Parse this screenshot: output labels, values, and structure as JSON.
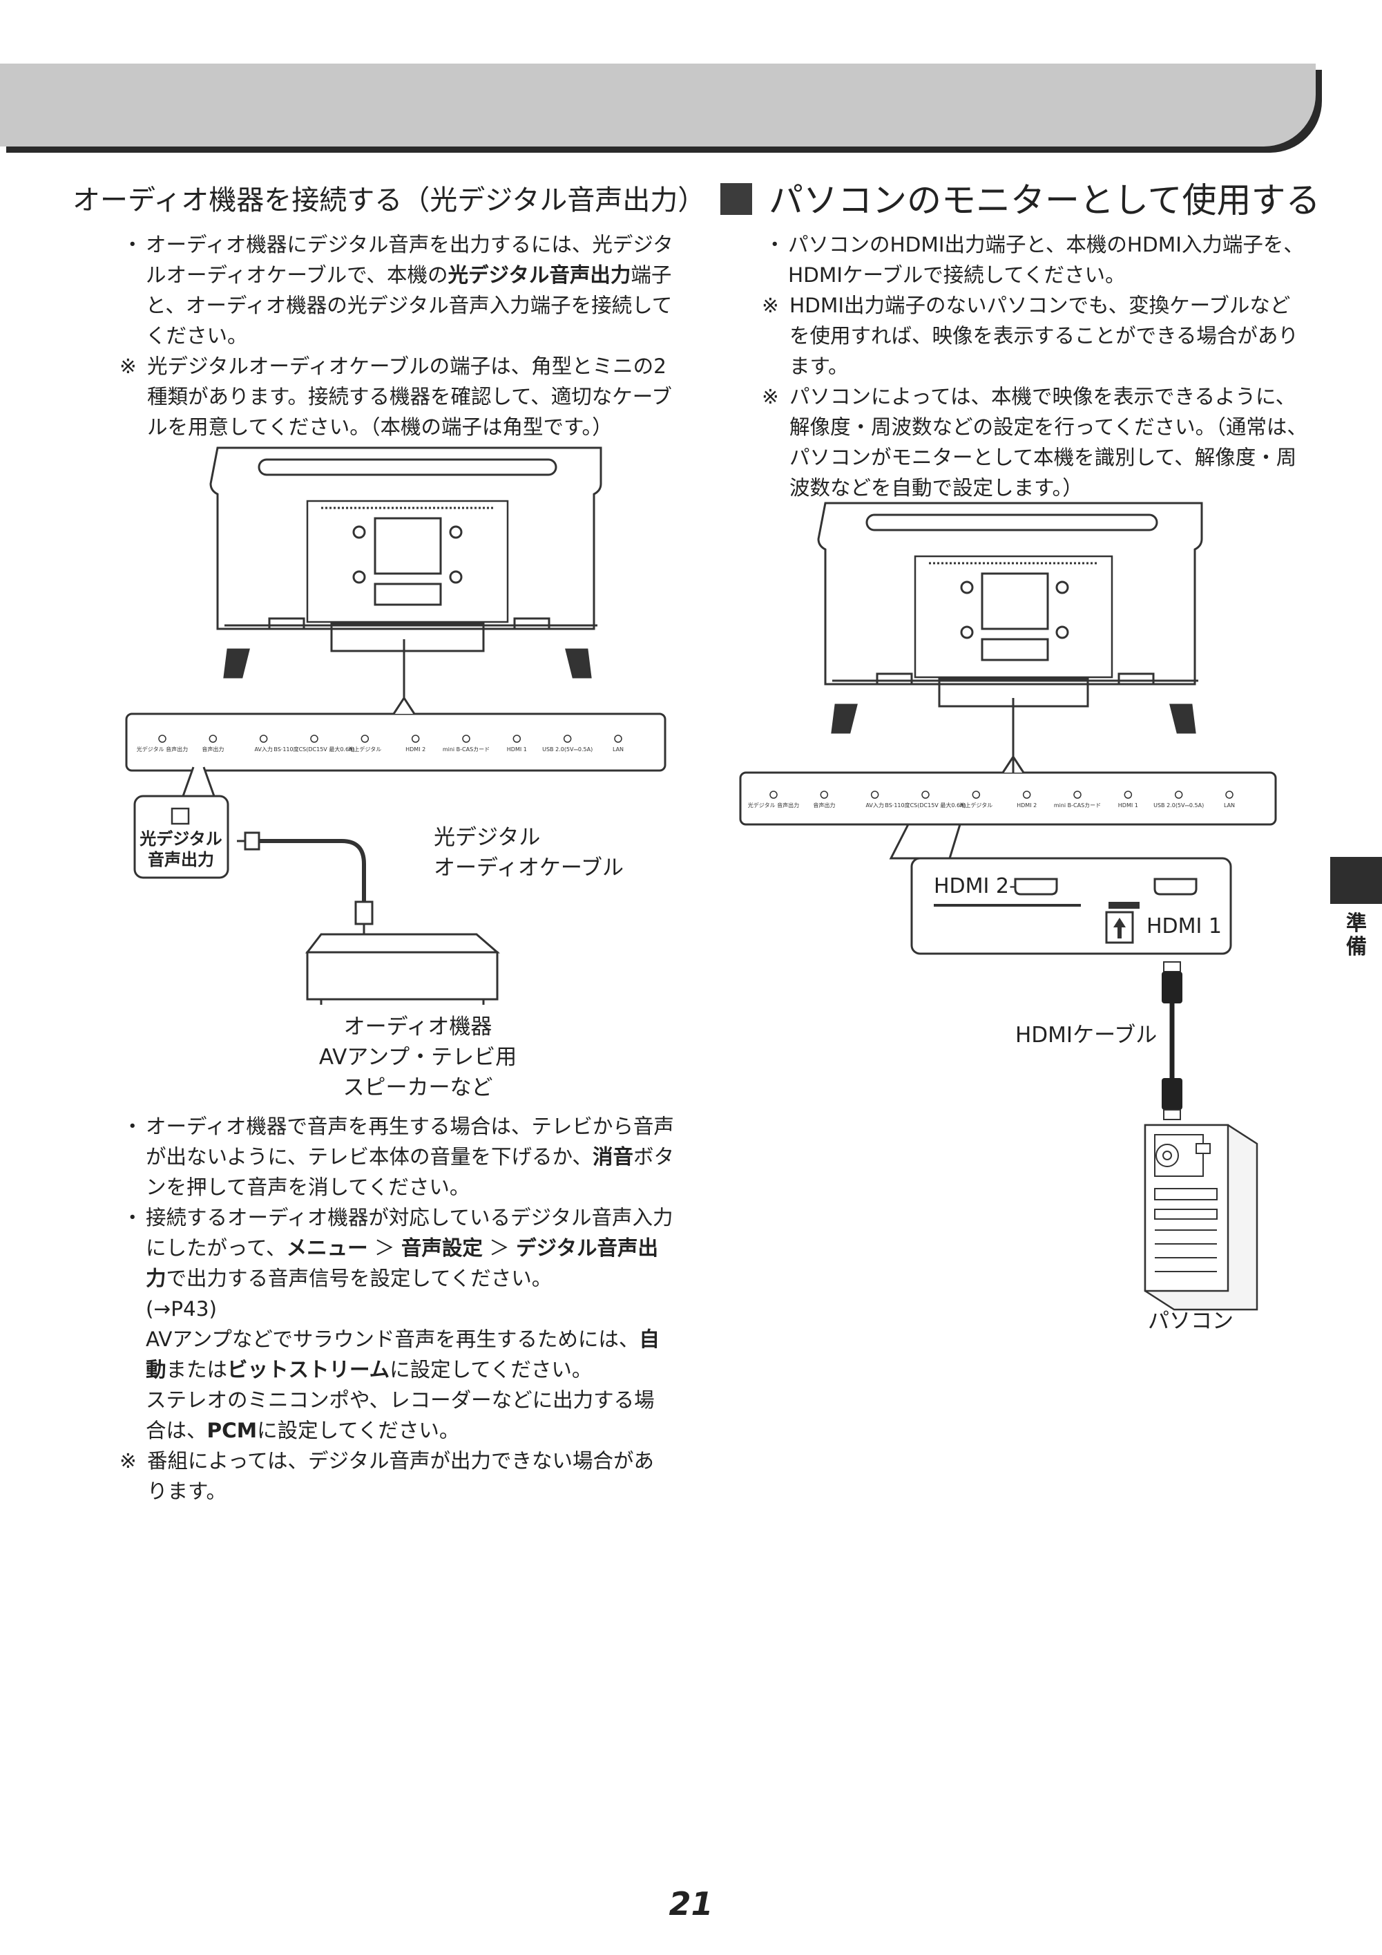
{
  "left": {
    "subheading": "オーディオ機器を接続する（光デジタル音声出力）",
    "intro": [
      {
        "mark": "・",
        "parts": [
          {
            "t": "オーディオ機器にデジタル音声を出力するには、光デジタルオーディオケーブルで、本機の"
          },
          {
            "t": "光デジタル音声出力",
            "b": true
          },
          {
            "t": "端子と、オーディオ機器の光デジタル音声入力端子を接続してください。"
          }
        ]
      },
      {
        "mark": "※",
        "note": true,
        "parts": [
          {
            "t": "光デジタルオーディオケーブルの端子は、角型とミニの2種類があります。接続する機器を確認して、適切なケーブルを用意してください。（本機の端子は角型です。）"
          }
        ]
      }
    ],
    "diagram": {
      "ports": [
        "光デジタル 音声出力",
        "音声出力",
        "AV入力",
        "BS·110度CS(DC15V 最大0.6A)",
        "地上デジタル",
        "HDMI 2",
        "mini B-CASカード",
        "HDMI 1",
        "USB 2.0(5V⎓0.5A)",
        "LAN"
      ],
      "callout": "光デジタル\n音声出力",
      "cable_label": "光デジタル\nオーディオケーブル",
      "device_caption": "オーディオ機器\nAVアンプ・テレビ用\nスピーカーなど"
    },
    "after": [
      {
        "mark": "・",
        "parts": [
          {
            "t": "オーディオ機器で音声を再生する場合は、テレビから音声が出ないように、テレビ本体の音量を下げるか、"
          },
          {
            "t": "消音",
            "b": true
          },
          {
            "t": "ボタンを押して音声を消してください。"
          }
        ]
      },
      {
        "mark": "・",
        "parts": [
          {
            "t": "接続するオーディオ機器が対応しているデジタル音声入力にしたがって、"
          },
          {
            "t": "メニュー",
            "b": true
          },
          {
            "t": " ＞ "
          },
          {
            "t": "音声設定",
            "b": true
          },
          {
            "t": " ＞ "
          },
          {
            "t": "デジタル音声出力",
            "b": true
          },
          {
            "t": "で出力する音声信号を設定してください。\n(→P43)\nAVアンプなどでサラウンド音声を再生するためには、"
          },
          {
            "t": "自動",
            "b": true
          },
          {
            "t": "または"
          },
          {
            "t": "ビットストリーム",
            "b": true
          },
          {
            "t": "に設定してください。\nステレオのミニコンポや、レコーダーなどに出力する場合は、"
          },
          {
            "t": "PCM",
            "b": true
          },
          {
            "t": "に設定してください。"
          }
        ]
      },
      {
        "mark": "※",
        "note": true,
        "parts": [
          {
            "t": "番組によっては、デジタル音声が出力できない場合があります。"
          }
        ]
      }
    ]
  },
  "right": {
    "heading": "パソコンのモニターとして使用する",
    "items": [
      {
        "mark": "・",
        "parts": [
          {
            "t": "パソコンのHDMI出力端子と、本機のHDMI入力端子を、HDMIケーブルで接続してください。"
          }
        ]
      },
      {
        "mark": "※",
        "note": true,
        "parts": [
          {
            "t": "HDMI出力端子のないパソコンでも、変換ケーブルなどを使用すれば、映像を表示することができる場合があります。"
          }
        ]
      },
      {
        "mark": "※",
        "note": true,
        "parts": [
          {
            "t": "パソコンによっては、本機で映像を表示できるように、解像度・周波数などの設定を行ってください。（通常は、パソコンがモニターとして本機を識別して、解像度・周波数などを自動で設定します。）"
          }
        ]
      }
    ],
    "diagram": {
      "hdmi2": "HDMI 2",
      "hdmi1": "HDMI 1",
      "cable_label": "HDMIケーブル",
      "pc_caption": "パソコン"
    }
  },
  "side_label": "準備",
  "page_number": "21"
}
